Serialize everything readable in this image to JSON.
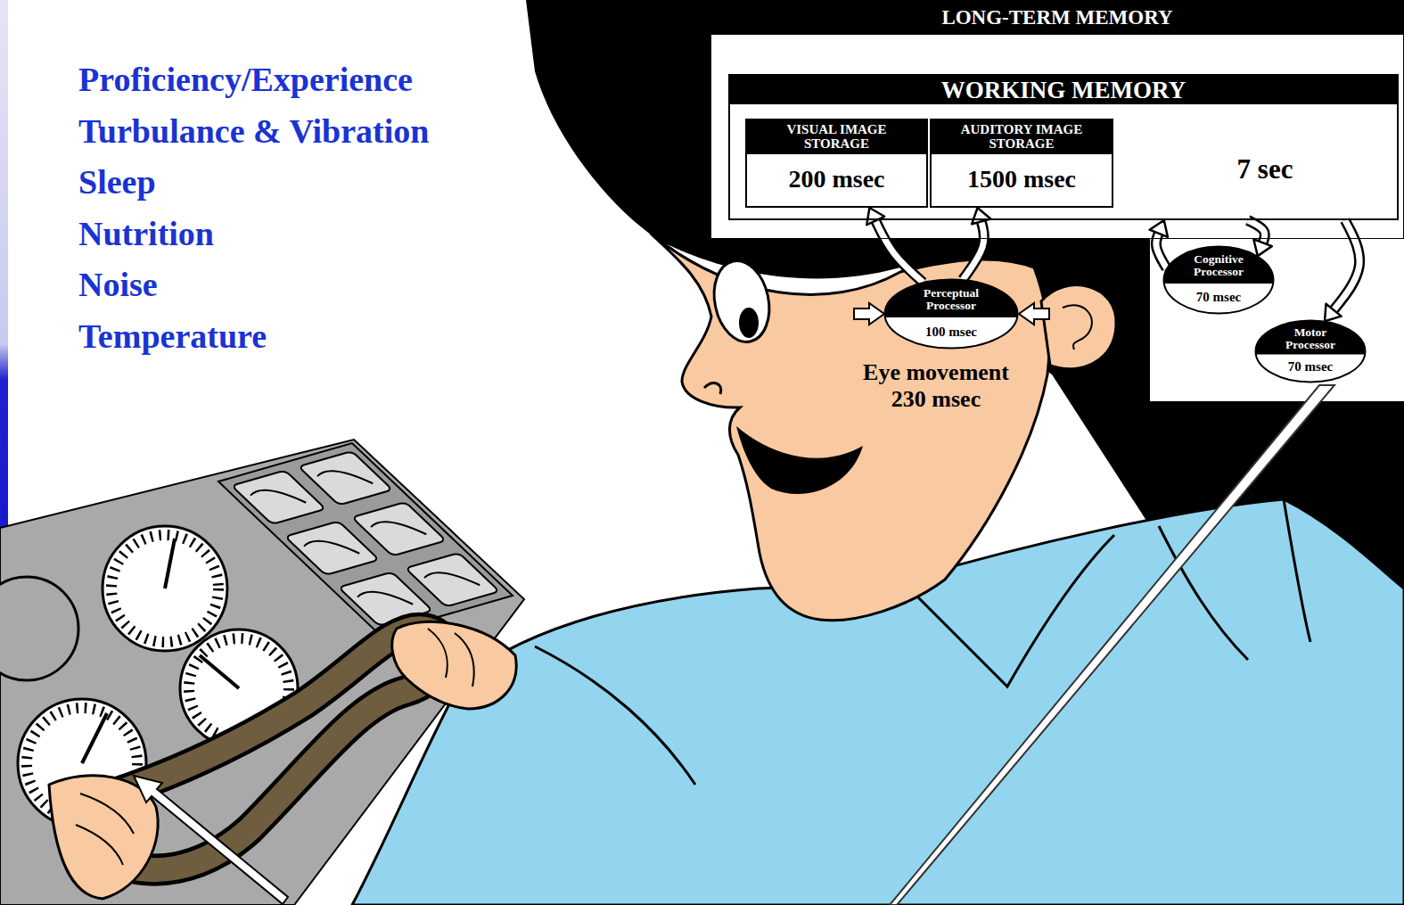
{
  "diagram": {
    "nodes": [
      {
        "text": [
          "LONG-TERM MEMORY"
        ]
      },
      {
        "text": [
          "WORKING MEMORY",
          "7 sec"
        ],
        "in": 0
      },
      {
        "text": [
          "VISUAL IMAGE STORAGE",
          "200 msec"
        ],
        "in": 1
      },
      {
        "text": [
          "AUDITORY IMAGE STORAGE",
          "1500 msec"
        ],
        "in": 1
      },
      {
        "text": [
          "Perceptual Processor",
          "100 msec"
        ]
      },
      {
        "text": [
          "Cognitive Processor",
          "70 msec"
        ]
      },
      {
        "text": [
          "Motor Processor",
          "70 msec"
        ]
      }
    ],
    "edges": [
      {
        "from": 4,
        "to": 2,
        "arrow": "to"
      },
      {
        "from": 4,
        "to": 3,
        "arrow": "to"
      },
      {
        "from": 5,
        "to": 1,
        "arrow": "to"
      },
      {
        "from": 1,
        "to": 5,
        "arrow": "to"
      },
      {
        "from": 1,
        "to": 6,
        "arrow": "to"
      }
    ],
    "labels": [
      "Proficiency/Experience",
      "Turbulance & Vibration",
      "Sleep",
      "Nutrition",
      "Noise",
      "Temperature",
      "Eye movement 230 msec"
    ]
  }
}
